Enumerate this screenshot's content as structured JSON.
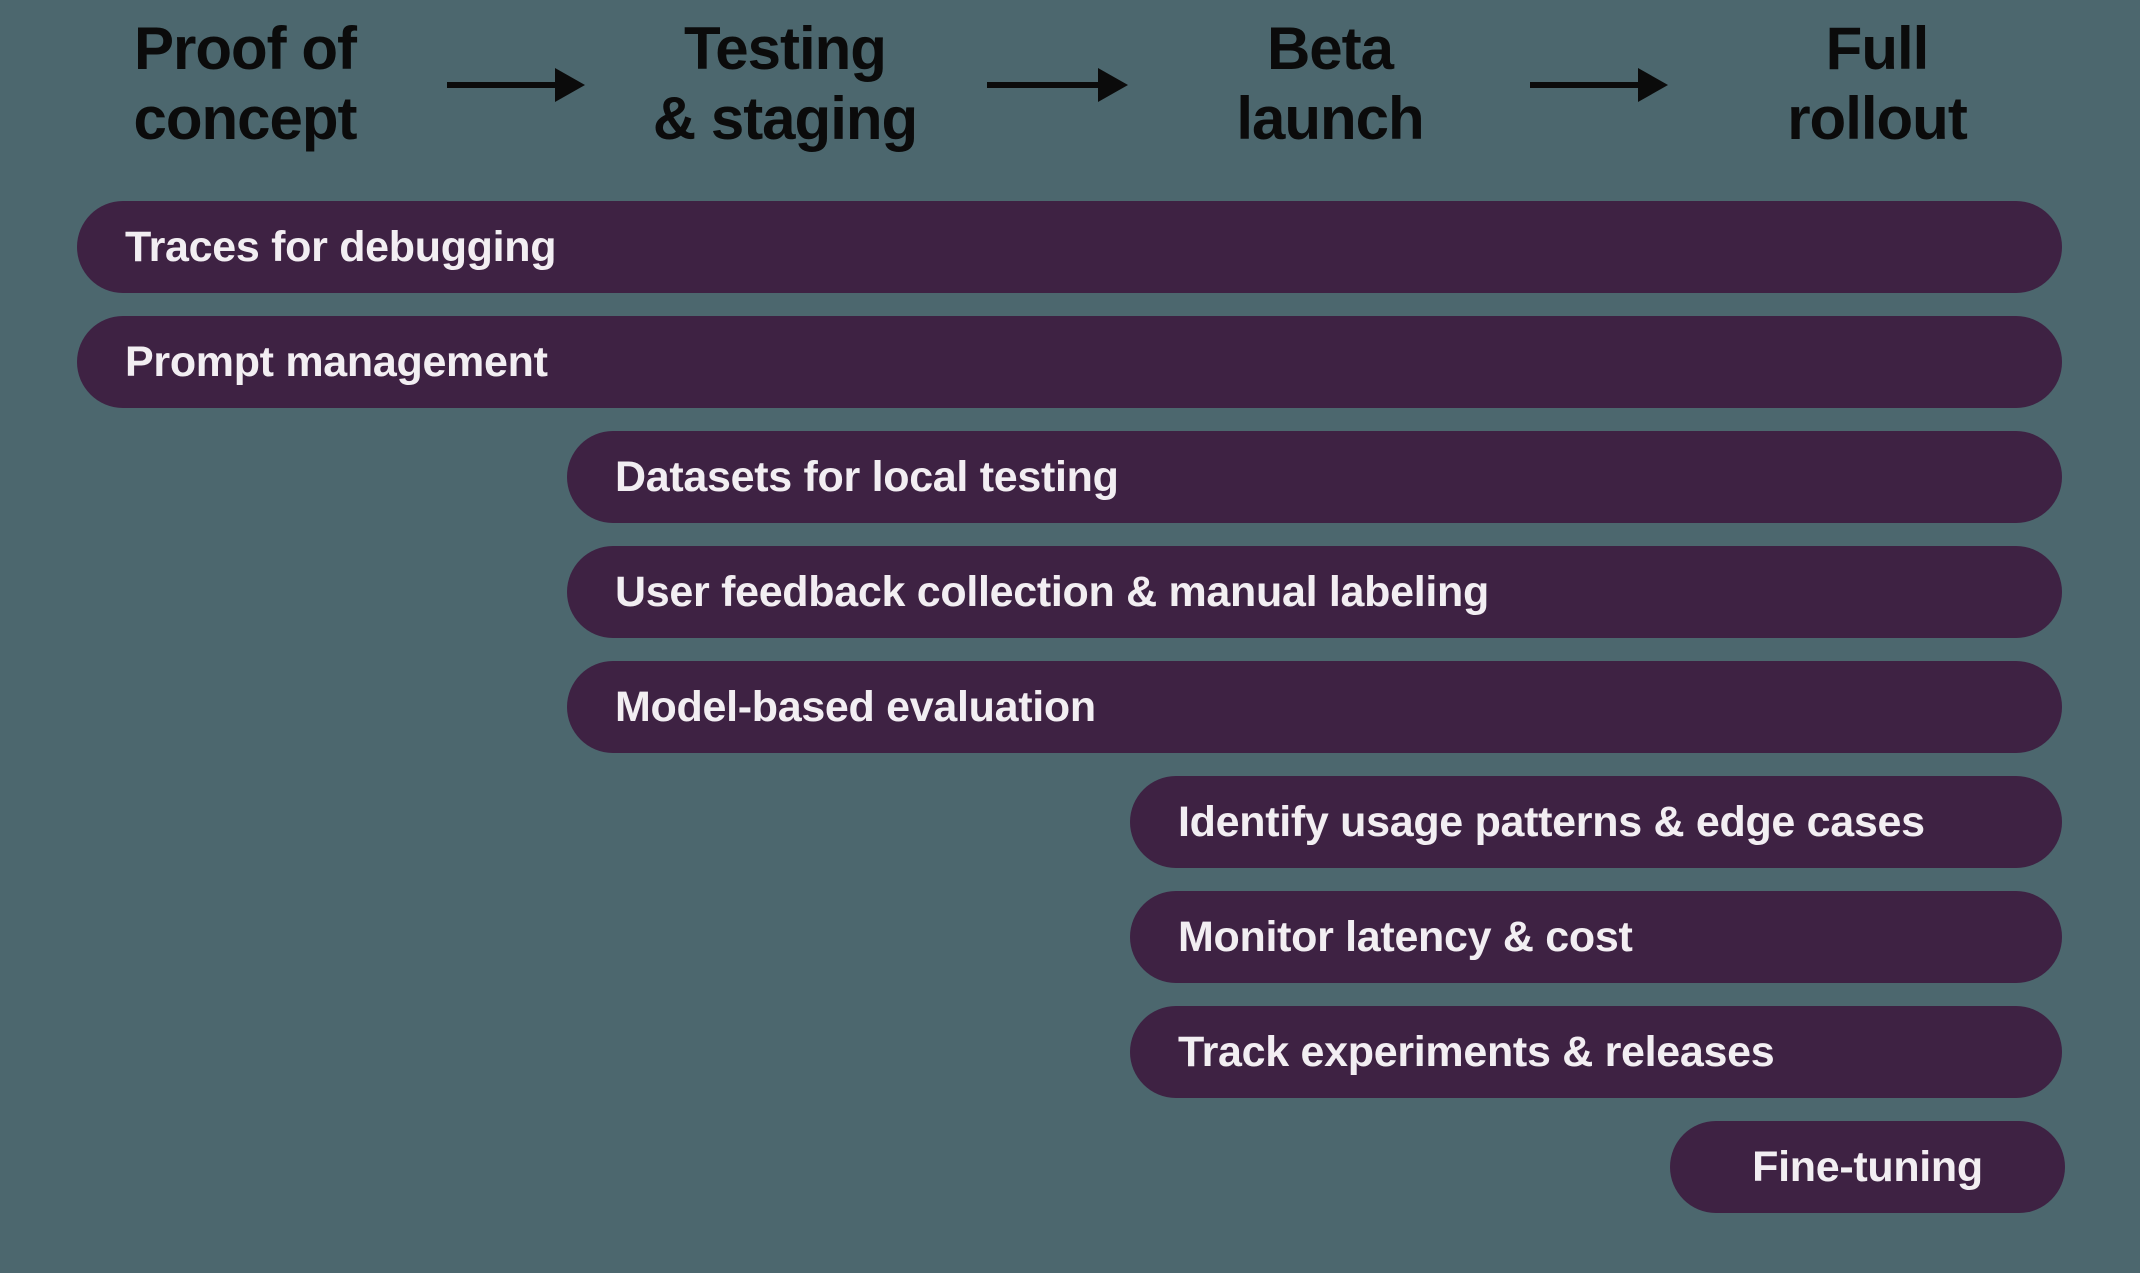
{
  "colors": {
    "background": "#4C676E",
    "bar": "#3E2243",
    "bar_text": "#F2EEF2",
    "header_text": "#0B0B0B",
    "arrow": "#0B0B0B"
  },
  "stages": [
    {
      "label": "Proof of\nconcept"
    },
    {
      "label": "Testing\n& staging"
    },
    {
      "label": "Beta\nlaunch"
    },
    {
      "label": "Full\nrollout"
    }
  ],
  "arrows": [
    {
      "icon": "arrow-right"
    },
    {
      "icon": "arrow-right"
    },
    {
      "icon": "arrow-right"
    }
  ],
  "bars": [
    {
      "label": "Traces for debugging",
      "starts_at_stage": 0,
      "ends_at_stage": 3
    },
    {
      "label": "Prompt management",
      "starts_at_stage": 0,
      "ends_at_stage": 3
    },
    {
      "label": "Datasets for local testing",
      "starts_at_stage": 1,
      "ends_at_stage": 3
    },
    {
      "label": "User feedback collection & manual labeling",
      "starts_at_stage": 1,
      "ends_at_stage": 3
    },
    {
      "label": "Model-based evaluation",
      "starts_at_stage": 1,
      "ends_at_stage": 3
    },
    {
      "label": "Identify usage patterns & edge cases",
      "starts_at_stage": 2,
      "ends_at_stage": 3
    },
    {
      "label": "Monitor latency & cost",
      "starts_at_stage": 2,
      "ends_at_stage": 3
    },
    {
      "label": "Track experiments & releases",
      "starts_at_stage": 2,
      "ends_at_stage": 3
    },
    {
      "label": "Fine-tuning",
      "starts_at_stage": 3,
      "ends_at_stage": 3
    }
  ]
}
